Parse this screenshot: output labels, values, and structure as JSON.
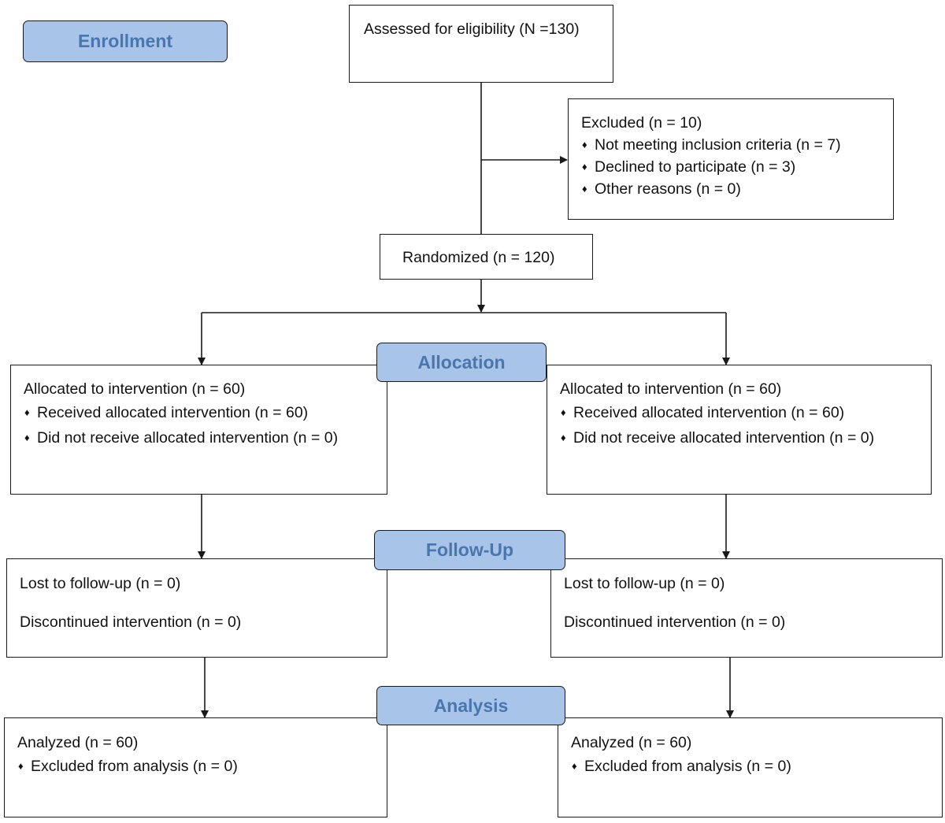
{
  "stages": {
    "enrollment": "Enrollment",
    "allocation": "Allocation",
    "follow_up": "Follow-Up",
    "analysis": "Analysis"
  },
  "assessed": {
    "label": "Assessed for eligibility (N =130)"
  },
  "excluded": {
    "title": "Excluded (n = 10)",
    "items": [
      "Not meeting inclusion criteria (n = 7)",
      "Declined to participate (n = 3)",
      "Other reasons (n = 0)"
    ]
  },
  "randomized": {
    "label": "Randomized (n = 120)"
  },
  "allocation_arms": [
    {
      "title": "Allocated to intervention (n = 60)",
      "items": [
        "Received allocated intervention (n = 60)",
        "Did not receive allocated intervention  (n = 0)"
      ]
    },
    {
      "title": "Allocated to intervention (n = 60)",
      "items": [
        "Received allocated intervention (n = 60)",
        "Did not receive allocated intervention  (n = 0)"
      ]
    }
  ],
  "followup_arms": [
    {
      "lost": "Lost to follow-up (n = 0)",
      "discontinued": "Discontinued intervention (n = 0)"
    },
    {
      "lost": "Lost to follow-up (n = 0)",
      "discontinued": "Discontinued intervention (n = 0)"
    }
  ],
  "analysis_arms": [
    {
      "title": "Analyzed (n = 60)",
      "items": [
        "Excluded from analysis (n = 0)"
      ]
    },
    {
      "title": "Analyzed (n = 60)",
      "items": [
        "Excluded from analysis (n = 0)"
      ]
    }
  ],
  "colors": {
    "stage_fill": "#a8c4e8",
    "stage_text": "#4a76b0",
    "line": "#1a1a1a"
  },
  "bullet_glyph": "♦"
}
